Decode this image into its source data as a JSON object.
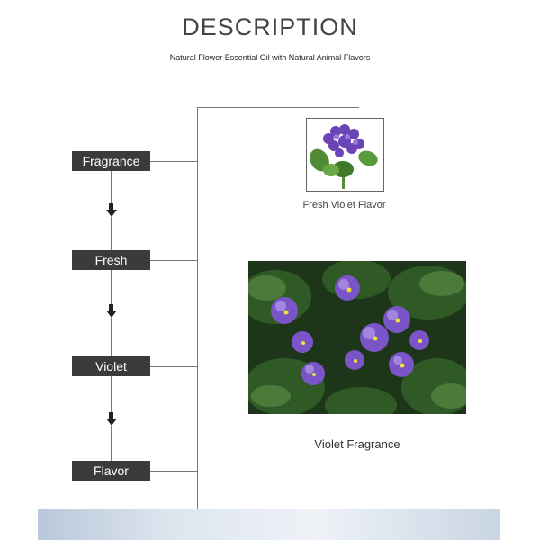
{
  "header": {
    "title": "DESCRIPTION",
    "subtitle": "Natural Flower Essential Oil with Natural Animal Flavors"
  },
  "steps": [
    {
      "label": "Fragrance"
    },
    {
      "label": "Fresh"
    },
    {
      "label": "Violet"
    },
    {
      "label": "Flavor"
    }
  ],
  "photos": {
    "small_caption": "Fresh Violet Flavor",
    "large_caption": "Violet Fragrance"
  },
  "colors": {
    "step_bg": "#3b3b3b",
    "line": "#777777",
    "violet": "#7b4fc4",
    "leaf": "#2f5a26"
  }
}
